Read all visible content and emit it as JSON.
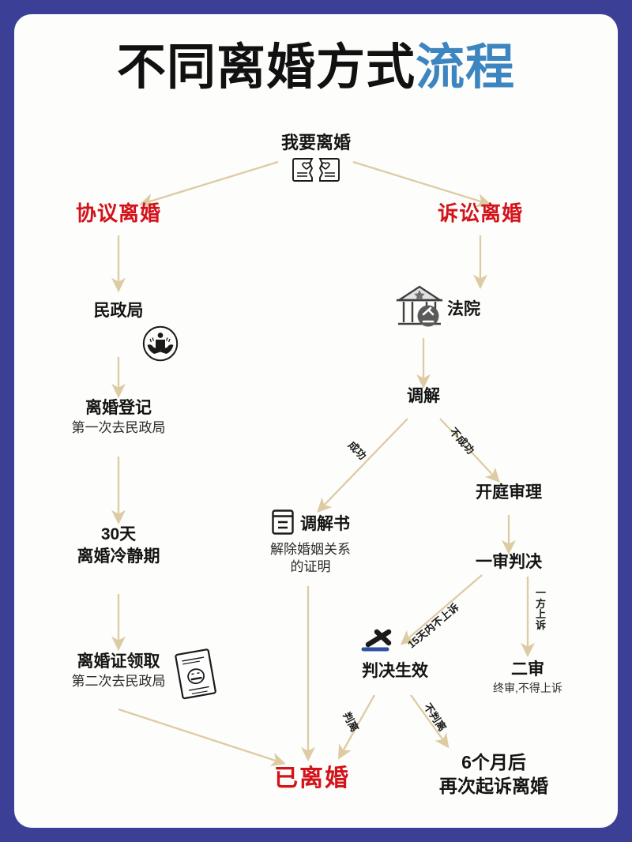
{
  "meta": {
    "colors": {
      "frame_border": "#3b3f96",
      "page_background": "#fdfdfb",
      "arrow": "#ddcba4",
      "accent_blue": "#3d85c0",
      "accent_red": "#d3121a",
      "text_dark": "#141414"
    }
  },
  "title": {
    "text_black": "不同离婚方式",
    "text_blue": "流程"
  },
  "nodes": {
    "start": {
      "label": "我要离婚",
      "icon": "torn-marriage-certificate-icon"
    },
    "agreement_branch": {
      "label": "协议离婚"
    },
    "litigation_branch": {
      "label": "诉讼离婚"
    },
    "civil_affairs": {
      "label": "民政局",
      "icon": "civil-affairs-emblem-icon"
    },
    "court": {
      "label": "法院",
      "icon": "courthouse-gavel-icon"
    },
    "divorce_registration": {
      "label": "离婚登记",
      "sub": "第一次去民政局"
    },
    "mediation": {
      "label": "调解"
    },
    "cooling_period": {
      "label": "30天",
      "sub": "离婚冷静期"
    },
    "mediation_document": {
      "label": "调解书",
      "sub_line1": "解除婚姻关系",
      "sub_line2": "的证明",
      "icon": "document-icon"
    },
    "court_hearing": {
      "label": "开庭审理"
    },
    "certificate_pickup": {
      "label": "离婚证领取",
      "sub": "第二次去民政局",
      "icon": "divorce-certificate-icon"
    },
    "first_verdict": {
      "label": "一审判决"
    },
    "verdict_effective": {
      "label": "判决生效",
      "icon": "gavel-icon"
    },
    "second_trial": {
      "label": "二审",
      "sub": "终审,不得上诉"
    },
    "divorced": {
      "label": "已离婚"
    },
    "resue": {
      "label": "6个月后",
      "sub": "再次起诉离婚"
    }
  },
  "edge_labels": {
    "mediation_success": "成功",
    "mediation_fail": "不成功",
    "no_appeal_15_days": "15天内不上诉",
    "one_party_appeal_l1": "一",
    "one_party_appeal_l2": "方",
    "one_party_appeal_l3": "上",
    "one_party_appeal_l4": "诉",
    "grant_divorce": "判离",
    "deny_divorce": "不判离"
  }
}
